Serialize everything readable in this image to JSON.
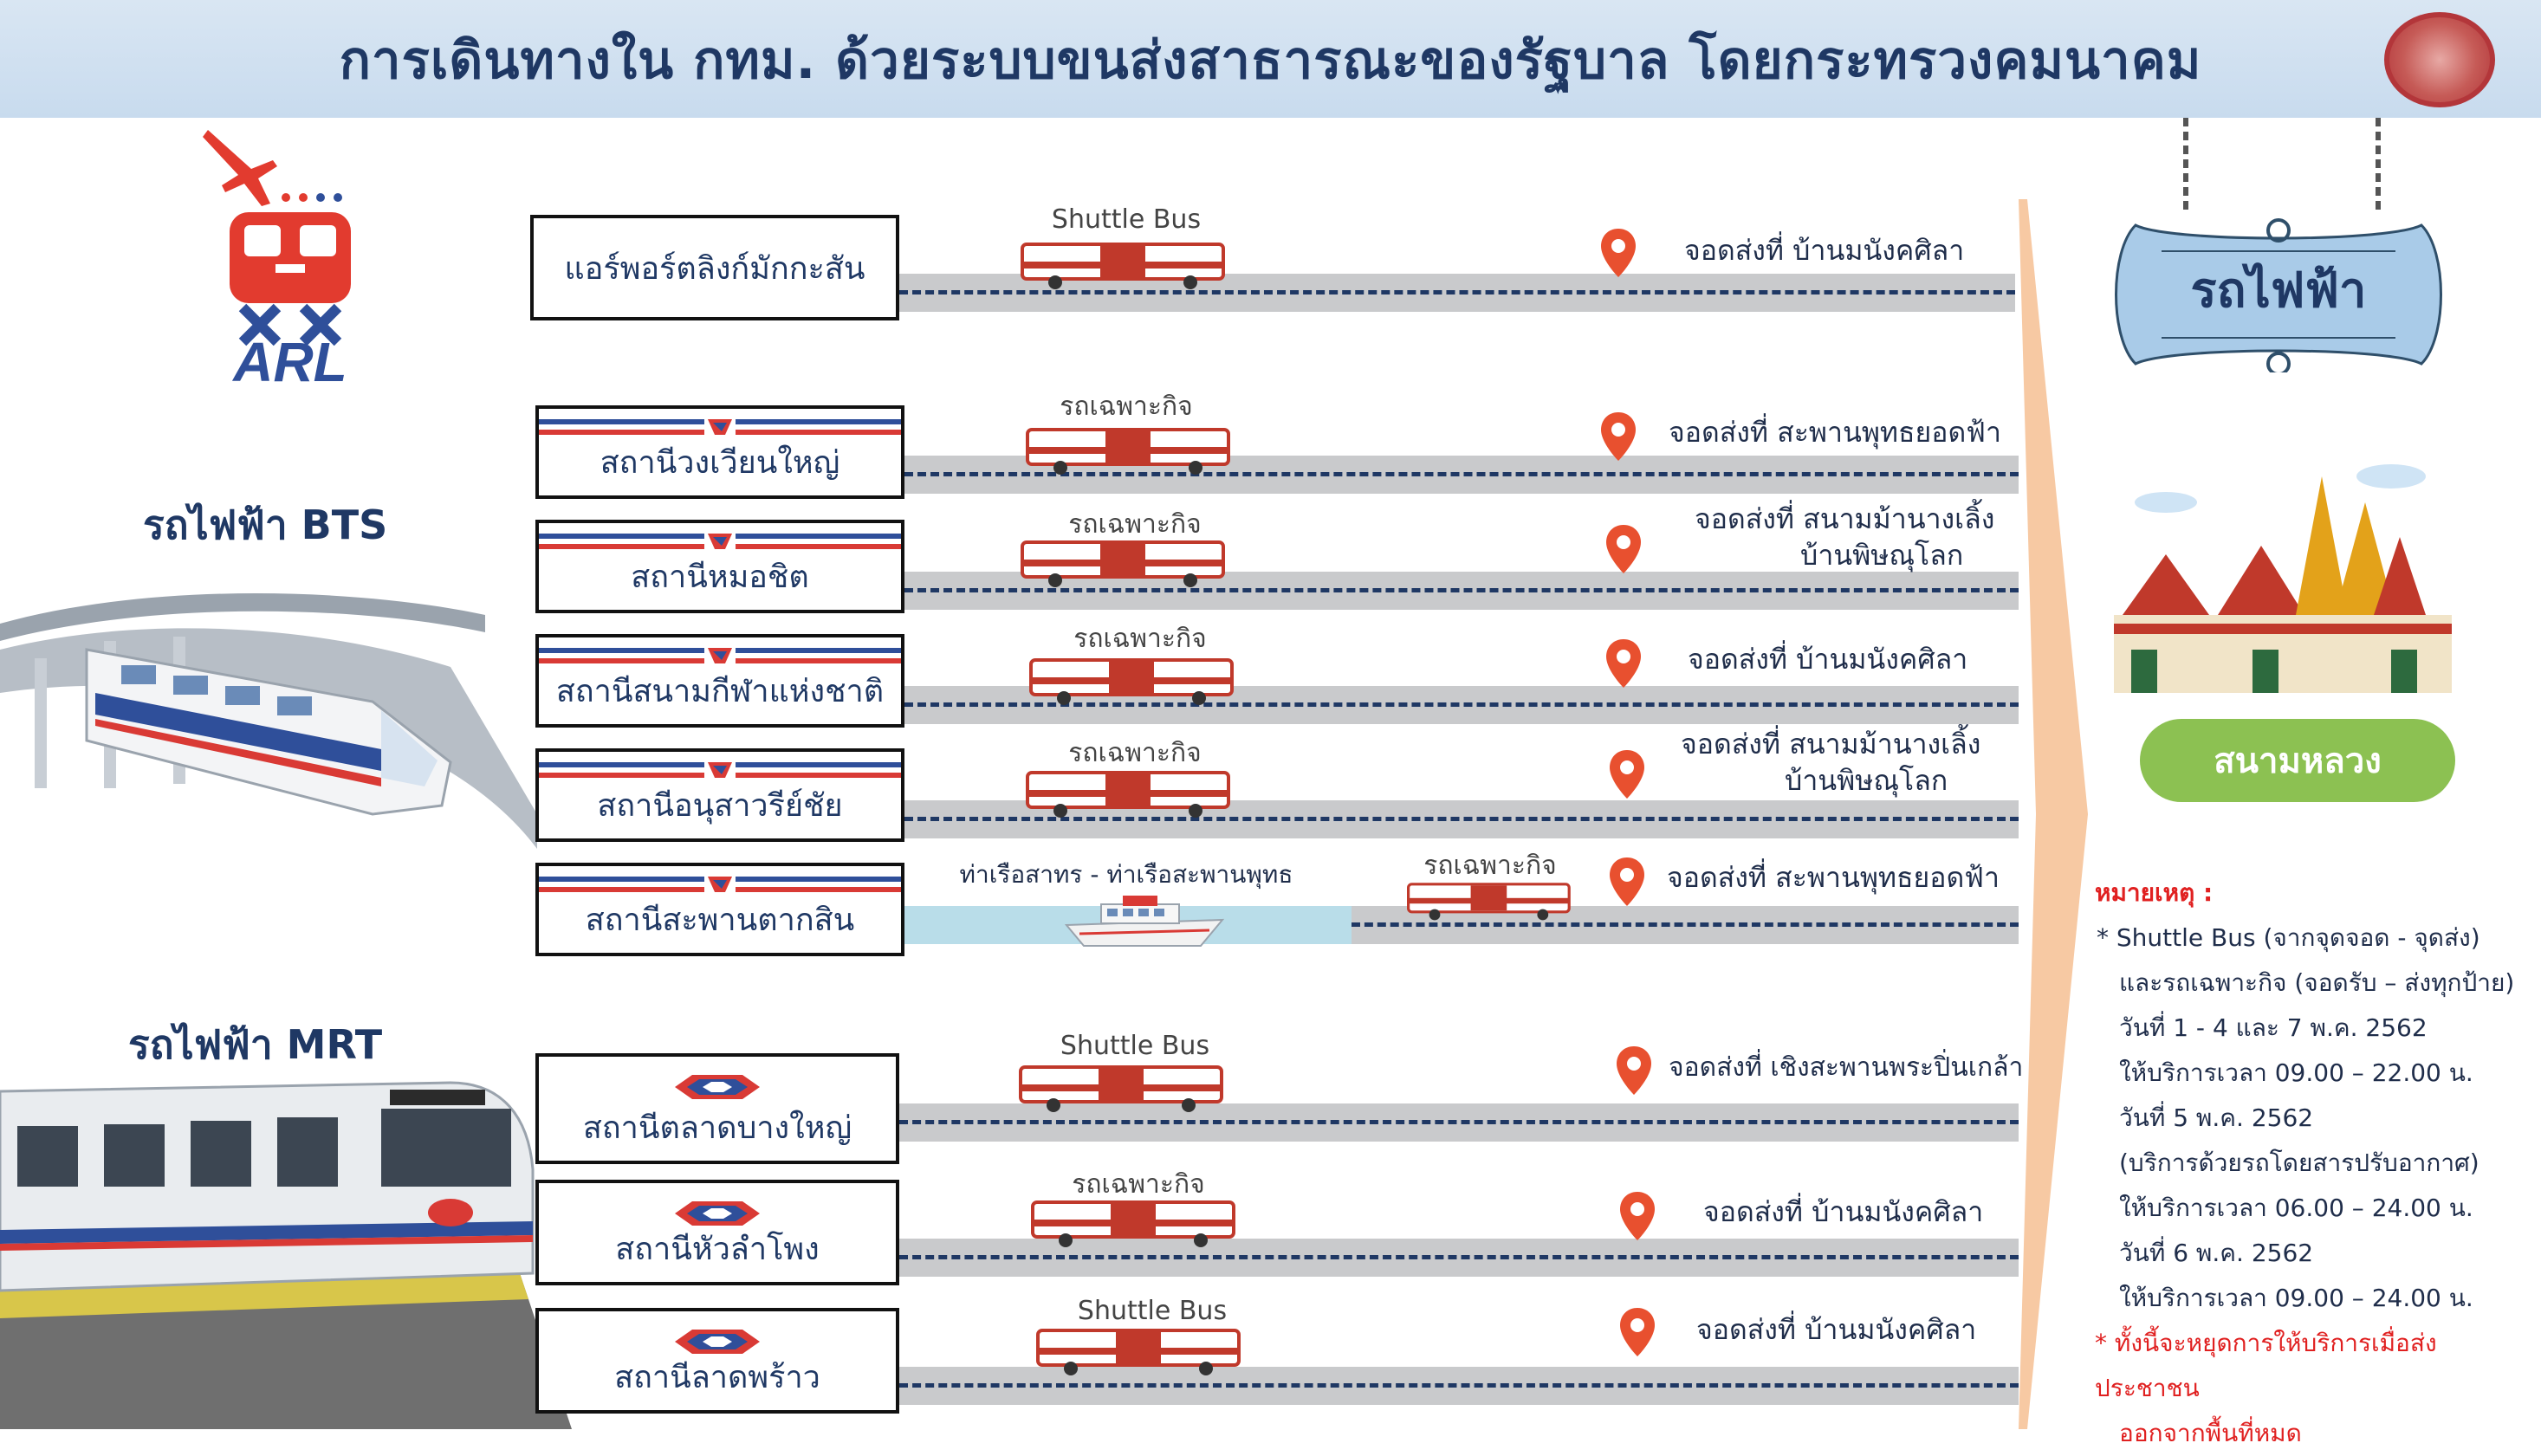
{
  "header": {
    "title": "การเดินทางใน กทม. ด้วยระบบขนส่งสาธารณะของรัฐบาล โดยกระทรวงคมนาคม"
  },
  "left": {
    "arl_logo_text": "ARL",
    "bts_label": "รถไฟฟ้า BTS",
    "mrt_label": "รถไฟฟ้า MRT"
  },
  "routes": [
    {
      "station": "แอร์พอร์ตลิงก์มักกะสัน",
      "vehicle": "Shuttle Bus",
      "dest_line1": "จอดส่งที่ บ้านมนังคศิลา",
      "dest_line2": ""
    },
    {
      "station": "สถานีวงเวียนใหญ่",
      "vehicle": "รถเฉพาะกิจ",
      "dest_line1": "จอดส่งที่ สะพานพุทธยอดฟ้า",
      "dest_line2": ""
    },
    {
      "station": "สถานีหมอชิต",
      "vehicle": "รถเฉพาะกิจ",
      "dest_line1": "จอดส่งที่ สนามม้านางเลิ้ง",
      "dest_line2": "บ้านพิษณุโลก"
    },
    {
      "station": "สถานีสนามกีฬาแห่งชาติ",
      "vehicle": "รถเฉพาะกิจ",
      "dest_line1": "จอดส่งที่ บ้านมนังคศิลา",
      "dest_line2": ""
    },
    {
      "station": "สถานีอนุสาวรีย์ชัย",
      "vehicle": "รถเฉพาะกิจ",
      "dest_line1": "จอดส่งที่ สนามม้านางเลิ้ง",
      "dest_line2": "บ้านพิษณุโลก"
    },
    {
      "station": "สถานีสะพานตากสิน",
      "vehicle": "รถเฉพาะกิจ",
      "boat": "ท่าเรือสาทร - ท่าเรือสะพานพุทธ",
      "dest_line1": "จอดส่งที่ สะพานพุทธยอดฟ้า",
      "dest_line2": ""
    },
    {
      "station": "สถานีตลาดบางใหญ่",
      "vehicle": "Shuttle Bus",
      "dest_line1": "จอดส่งที่ เชิงสะพานพระปิ่นเกล้า",
      "dest_line2": ""
    },
    {
      "station": "สถานีหัวลำโพง",
      "vehicle": "รถเฉพาะกิจ",
      "dest_line1": "จอดส่งที่ บ้านมนังคศิลา",
      "dest_line2": ""
    },
    {
      "station": "สถานีลาดพร้าว",
      "vehicle": "Shuttle Bus",
      "dest_line1": "จอดส่งที่ บ้านมนังคศิลา",
      "dest_line2": ""
    }
  ],
  "right": {
    "sign_text": "รถไฟฟ้า",
    "destination_button": "สนามหลวง",
    "notes": {
      "heading": "หมายเหตุ :",
      "line1": "* Shuttle Bus (จากจุดจอด - จุดส่ง)",
      "line2": "และรถเฉพาะกิจ (จอดรับ – ส่งทุกป้าย)",
      "line3": "วันที่ 1 - 4 และ 7 พ.ค. 2562",
      "line4": "ให้บริการเวลา 09.00 – 22.00 น.",
      "line5": "วันที่ 5 พ.ค. 2562",
      "line6": "(บริการด้วยรถโดยสารปรับอากาศ)",
      "line7": "ให้บริการเวลา 06.00 – 24.00 น.",
      "line8": "วันที่ 6 พ.ค. 2562",
      "line9": "ให้บริการเวลา 09.00 – 24.00 น.",
      "line10": "* ทั้งนี้จะหยุดการให้บริการเมื่อส่งประชาชน",
      "line11": "ออกจากพื้นที่หมด"
    }
  },
  "colors": {
    "title": "#1f3864",
    "bts_red": "#d93a35",
    "bts_blue": "#2f4f9a",
    "road": "#c9cacc",
    "water": "#b9dde9",
    "pin": "#e8502f",
    "button": "#8cc152",
    "arrow": "#f7c9a3"
  }
}
